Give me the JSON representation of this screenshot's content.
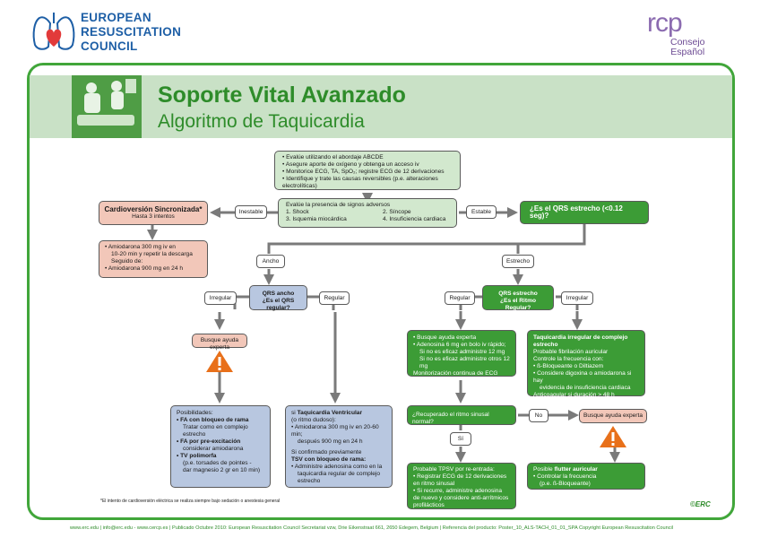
{
  "header": {
    "erc_lines": [
      "EUROPEAN",
      "RESUSCITATION",
      "COUNCIL"
    ],
    "rcp_logo": "rcp",
    "rcp_sub": [
      "Consejo",
      "Español"
    ],
    "title": "Soporte Vital Avanzado",
    "subtitle": "Algoritmo de Taquicardia"
  },
  "colors": {
    "green": "#41a63a",
    "dark_green_box": "#3c9c36",
    "light_green_box": "#d2e8ce",
    "pink_box": "#f2c7b9",
    "blue_box": "#b8c7e0",
    "erc_blue": "#1e5fa6",
    "rcp_purple": "#6c4a93",
    "warning_orange": "#e8701a"
  },
  "assess": {
    "lines": [
      "Evalúe utilizando el abordaje ABCDE",
      "Asegure aporte de oxígeno y obtenga un acceso iv",
      "Monitorice ECG, TA, SpO₂; registre ECG de 12 derivaciones",
      "Identifique y trate las causas reversibles (p.e. alteraciones electrolíticas)"
    ]
  },
  "signs": {
    "title": "Evalúe la presencia de signos adversos",
    "items": [
      "1. Shock",
      "2. Síncope",
      "3. Isquemia miocárdica",
      "4. Insuficiencia cardiaca"
    ]
  },
  "labels": {
    "inestable": "Inestable",
    "estable": "Estable",
    "ancho": "Ancho",
    "estrecho": "Estrecho",
    "irregular": "Irregular",
    "regular": "Regular",
    "no": "No",
    "si": "Sí"
  },
  "cardioversion": {
    "title": "Cardioversión Sincronizada*",
    "sub": "Hasta 3 intentos"
  },
  "amiodarona": {
    "lines": [
      "Amiodarona 300 mg iv en",
      "10-20 min y repetir la descarga",
      "Seguido de:",
      "Amiodarona 900 mg en 24 h"
    ]
  },
  "qrs_question": "¿Es el QRS estrecho (<0.12 seg)?",
  "qrs_ancho": {
    "l1": "QRS ancho",
    "l2": "¿Es el QRS regular?"
  },
  "qrs_estrecho": {
    "l1": "QRS estrecho",
    "l2": "¿Es el Ritmo Regular?"
  },
  "busque": "Busque ayuda experta",
  "posib": {
    "head": "Posibilidades:",
    "fa_rama": "FA con bloqueo de rama",
    "fa_rama_sub": "Tratar como en complejo estrecho",
    "fa_pre": "FA por pre-excitación",
    "fa_pre_sub": "considerar amiodarona",
    "tv_poli": "TV polimorfa",
    "tv_poli_sub1": "(p.e. torsades de pointes -",
    "tv_poli_sub2": "dar magnesio 2 gr en 10 min)"
  },
  "tv": {
    "si": "si",
    "tv_bold": "Taquicardia Ventricular",
    "l2": "(o ritmo dudoso):",
    "l3": "Amiodarona 300 mg iv en 20-60 min;",
    "l4": "después 900 mg en 24 h",
    "l5": "Si confirmado previamente",
    "l6": "TSV con bloqueo de rama:",
    "l7": "Administre adenosina como en la",
    "l8": "taquicardia regular de complejo",
    "l9": "estrecho"
  },
  "vagal": {
    "l1": "Busque ayuda experta",
    "l2": "Adenosina 6 mg en bolo iv rápido;",
    "l3": "Si no es eficaz administre 12 mg",
    "l4": "Si no es eficaz administre otros 12 mg",
    "l5": "Monitorización continua de ECG"
  },
  "irreg": {
    "title": "Taquicardia irregular de complejo estrecho",
    "l1": "Probable fibrilación auricular",
    "l2": "Controle la frecuencia con:",
    "l3": "ß-Bloqueante o Diltiazem",
    "l4": "Considere digoxina o amiodarona si hay",
    "l5": "evidencia de insuficiencia cardiaca",
    "l6": "Anticoagular si duración > 48 h"
  },
  "recup": "¿Recuperado el ritmo sinusal normal?",
  "tpsv": {
    "l1": "Probable TPSV por re-entrada:",
    "l2": "Registrar ECG de 12 derivaciones en ritmo sinusal",
    "l3": "Si recurre, administre adenosina de nuevo y considere anti-arrítmicos profilácticos"
  },
  "flutter": {
    "l1a": "Posible ",
    "l1b": "flutter auricular",
    "l2": "Controlar la frecuencia",
    "l3": "(p.e. ß-Bloqueante)"
  },
  "footnote": "*El intento de cardioversión eléctrica se realiza siempre bajo sedación o anestesia general",
  "erc_mark": "©ERC",
  "footer": "www.erc.edu | info@erc.edu - www.cercp.es | Publicado Octubre 2010: European Resuscitation Council Secretariat vzw, Drie Eikenstraat 661, 2650 Edegem, Belgium | Referencia del producto: Poster_10_ALS-TACH_01_01_SPA Copyright European Resuscitation Council"
}
